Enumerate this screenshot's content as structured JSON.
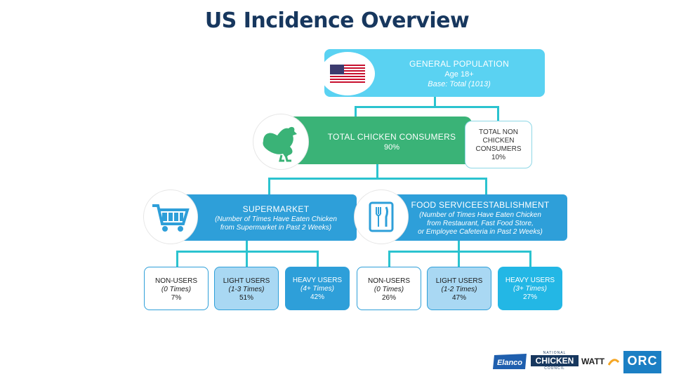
{
  "title": "US Incidence Overview",
  "general_population": {
    "line1": "GENERAL POPULATION",
    "line2": "Age 18+",
    "line3": "Base: Total (1013)",
    "icon": "us-flag-icon"
  },
  "total_chicken_consumers": {
    "line1": "TOTAL CHICKEN CONSUMERS",
    "line2": "90%",
    "icon": "chicken-icon"
  },
  "total_non_chicken_consumers": {
    "line1": "TOTAL NON",
    "line2": "CHICKEN",
    "line3": "CONSUMERS",
    "line4": "10%"
  },
  "supermarket": {
    "title": "SUPERMARKET",
    "desc1": "(Number of Times Have Eaten Chicken",
    "desc2": "from Supermarket in Past 2 Weeks)",
    "icon": "shopping-cart-icon"
  },
  "food_service": {
    "title": "FOOD SERVICEESTABLISHMENT",
    "desc1": "(Number of Times Have Eaten Chicken",
    "desc2": "from Restaurant, Fast Food Store,",
    "desc3": "or Employee Cafeteria in Past 2 Weeks)",
    "icon": "cutlery-icon"
  },
  "supermarket_segments": [
    {
      "label": "NON-USERS",
      "range": "(0 Times)",
      "pct": "7%"
    },
    {
      "label": "LIGHT USERS",
      "range": "(1-3 Times)",
      "pct": "51%"
    },
    {
      "label": "HEAVY USERS",
      "range": "(4+ Times)",
      "pct": "42%"
    }
  ],
  "food_service_segments": [
    {
      "label": "NON-USERS",
      "range": "(0 Times)",
      "pct": "26%"
    },
    {
      "label": "LIGHT USERS",
      "range": "(1-2 Times)",
      "pct": "47%"
    },
    {
      "label": "HEAVY USERS",
      "range": "(3+ Times)",
      "pct": "27%"
    }
  ],
  "logos": {
    "elanco": "Elanco",
    "ncc_top": "NATIONAL",
    "ncc_main": "CHICKEN",
    "ncc_bottom": "COUNCIL",
    "watt": "WATT",
    "orc": "ORC"
  },
  "colors": {
    "title": "#17375e",
    "connector": "#2bc3cf",
    "general": "#5ad2f2",
    "consumers": "#3ab377",
    "channel": "#2e9fd9",
    "heavy_fs": "#23b7e5"
  }
}
